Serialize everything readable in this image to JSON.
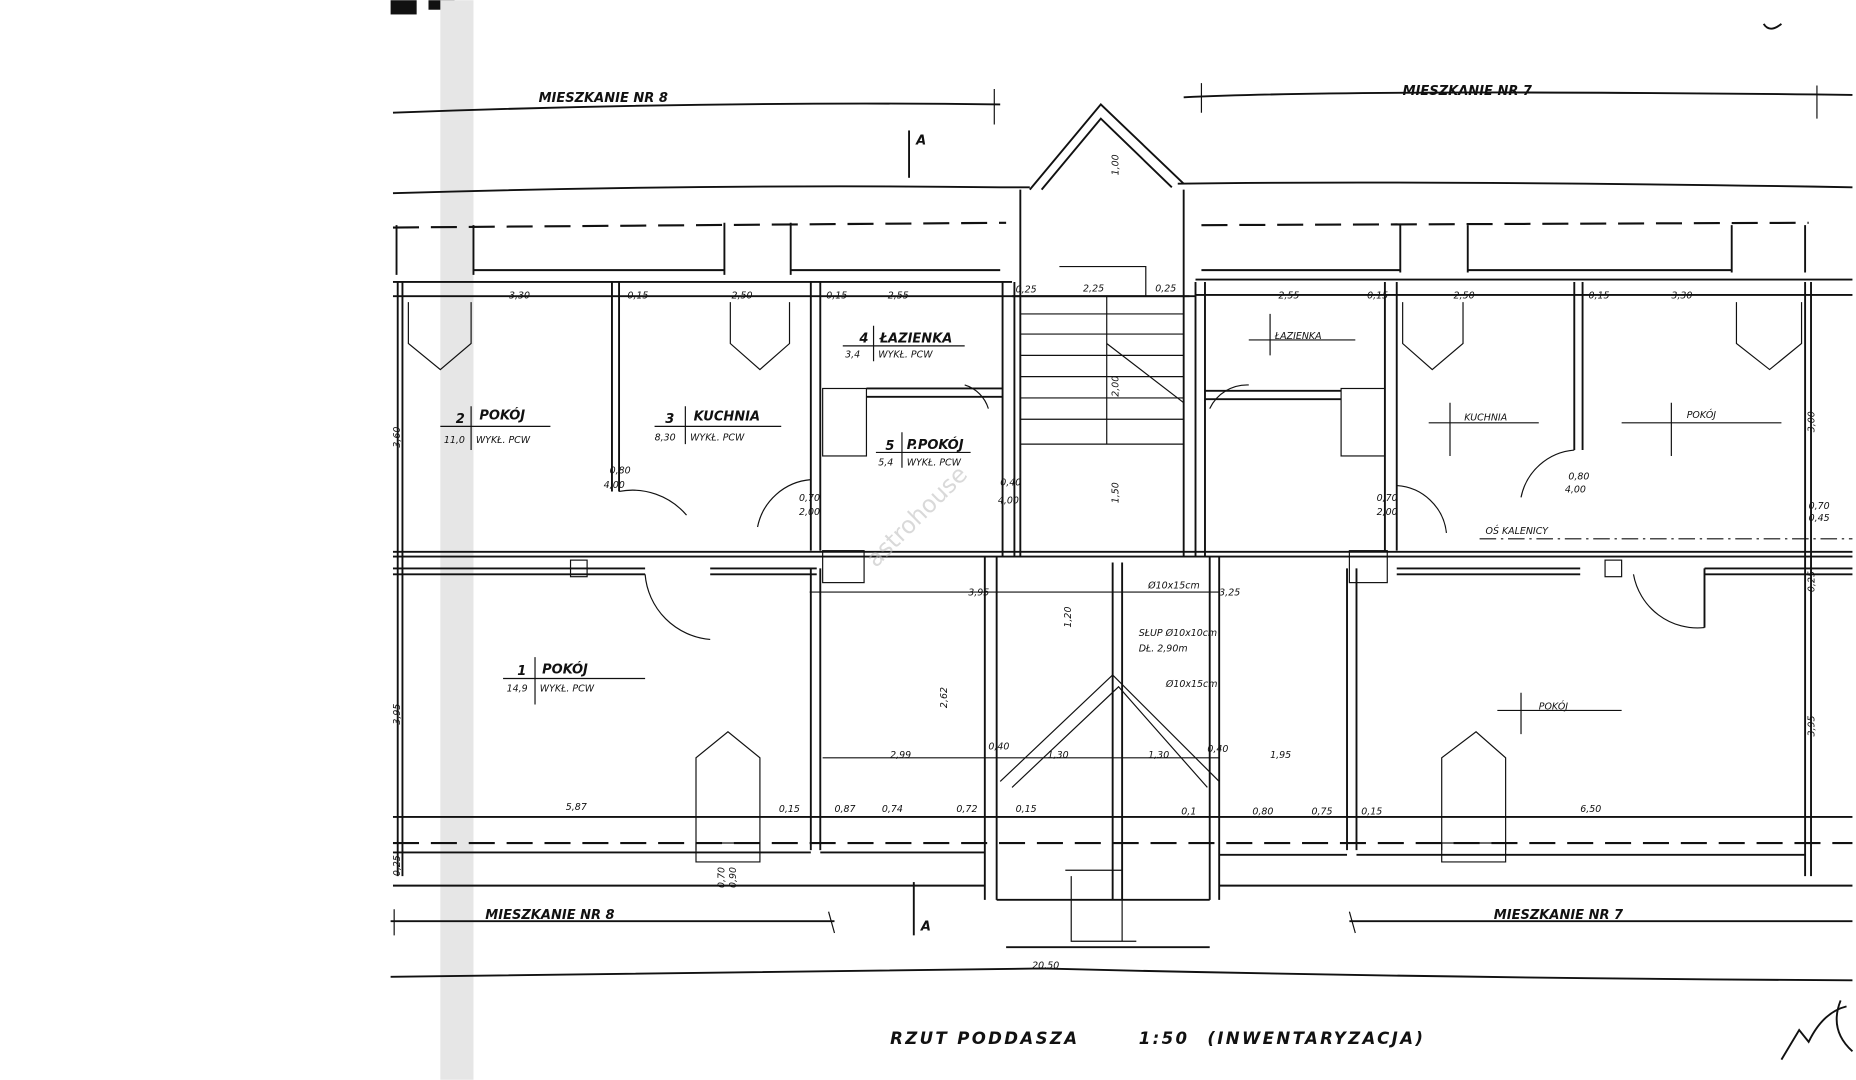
{
  "drawing": {
    "title": "RZUT PODDASZA",
    "scale": "1:50",
    "subtitle": "(INWENTARYZACJA)",
    "watermark": "astrohouse",
    "section_marker_top": "A",
    "section_marker_bottom": "A",
    "apartments": {
      "top_left": "MIESZKANIE NR 8",
      "top_right": "MIESZKANIE NR 7",
      "bottom_left": "MIESZKANIE NR 8",
      "bottom_right": "MIESZKANIE NR 7"
    },
    "rooms_left": [
      {
        "no": "1",
        "name": "POKÓJ",
        "area": "14,9",
        "floor": "WYKŁ. PCW"
      },
      {
        "no": "2",
        "name": "POKÓJ",
        "area": "11,0",
        "floor": "WYKŁ. PCW"
      },
      {
        "no": "3",
        "name": "KUCHNIA",
        "area": "8,30",
        "floor": "WYKŁ. PCW"
      },
      {
        "no": "4",
        "name": "ŁAZIENKA",
        "area": "3,4",
        "floor": "WYKŁ. PCW"
      },
      {
        "no": "5",
        "name": "P.POKÓJ",
        "area": "5,4",
        "floor": "WYKŁ. PCW"
      }
    ],
    "rooms_right": [
      "ŁAZIENKA",
      "KUCHNIA",
      "POKÓJ",
      "POKÓJ"
    ],
    "ridge_axis": "OŚ KALENICY",
    "notes": {
      "beam1": "Ø10x15cm",
      "post": "SŁUP Ø10x10cm",
      "post_length": "DŁ. 2,90m",
      "beam2": "Ø10x15cm"
    },
    "dims_top": [
      "3,30",
      "0,15",
      "2,50",
      "0,15",
      "2,55",
      "0,25",
      "2,25",
      "0,25",
      "2,55",
      "0,15",
      "2,50",
      "0,15",
      "3,30"
    ],
    "dims_mid": [
      "3,95",
      "3,25",
      "2,99",
      "0,40",
      "1,30",
      "1,30",
      "0,40",
      "1,95",
      "2,62",
      "1,20",
      "1,50",
      "2,00",
      "1,00"
    ],
    "dims_bottom": [
      "5,87",
      "0,15",
      "0,87",
      "0,74",
      "0,72",
      "0,15",
      "0,1",
      "0,80",
      "0,75",
      "0,15",
      "6,50"
    ],
    "dims_vertical": [
      "3,60",
      "3,95",
      "3,00",
      "3,95",
      "0,25",
      "0,25"
    ],
    "windows": [
      "0,70",
      "0,90"
    ],
    "doors": [
      "0,80",
      "4,00",
      "0,70",
      "2,00",
      "0,40",
      "4,00",
      "0,70",
      "2,00",
      "0,80",
      "4,00",
      "0,70",
      "0,45"
    ],
    "total_width": "20,50"
  }
}
